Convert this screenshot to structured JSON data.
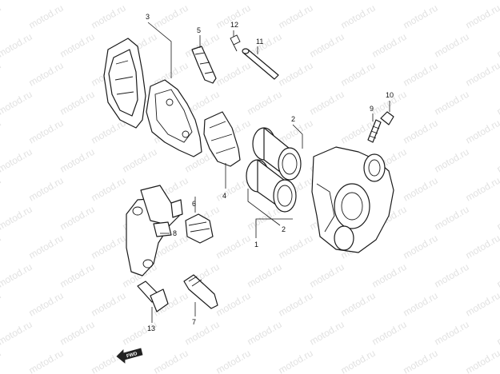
{
  "diagram": {
    "watermark_text": "motod.ru",
    "labels": {
      "p1": "1",
      "p2a": "2",
      "p2b": "2",
      "p3": "3",
      "p4": "4",
      "p5": "5",
      "p6": "6",
      "p7": "7",
      "p8": "8",
      "p9": "9",
      "p10": "10",
      "p11": "11",
      "p12": "12",
      "p13": "13"
    },
    "fwd_label": "FWD"
  }
}
